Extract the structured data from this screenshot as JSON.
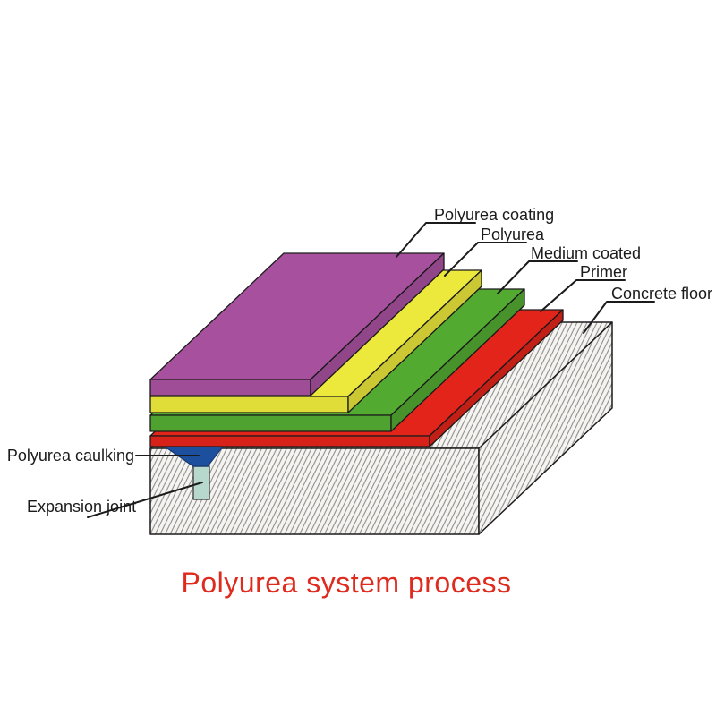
{
  "page": {
    "background": "#ffffff"
  },
  "title": {
    "text": "Polyurea system process",
    "color": "#df2a1e"
  },
  "label_color": "#1b1b1b",
  "layers": [
    {
      "id": "polyurea-coating",
      "label": "Polyurea coating",
      "color": "#a7519e"
    },
    {
      "id": "polyurea",
      "label": "Polyurea",
      "color": "#ece93c"
    },
    {
      "id": "medium-coated",
      "label": "Medium coated",
      "color": "#53aa31"
    },
    {
      "id": "primer",
      "label": "Primer",
      "color": "#e2241a"
    },
    {
      "id": "concrete-floor",
      "label": "Concrete floor",
      "color": "#f6f4f1",
      "hatch_color": "#8e8e8e"
    }
  ],
  "joint_callouts": [
    {
      "id": "polyurea-caulking",
      "label": "Polyurea caulking",
      "color": "#1d4f9f"
    },
    {
      "id": "expansion-joint",
      "label": "Expansion joint",
      "color": "#b7d8cc"
    }
  ]
}
